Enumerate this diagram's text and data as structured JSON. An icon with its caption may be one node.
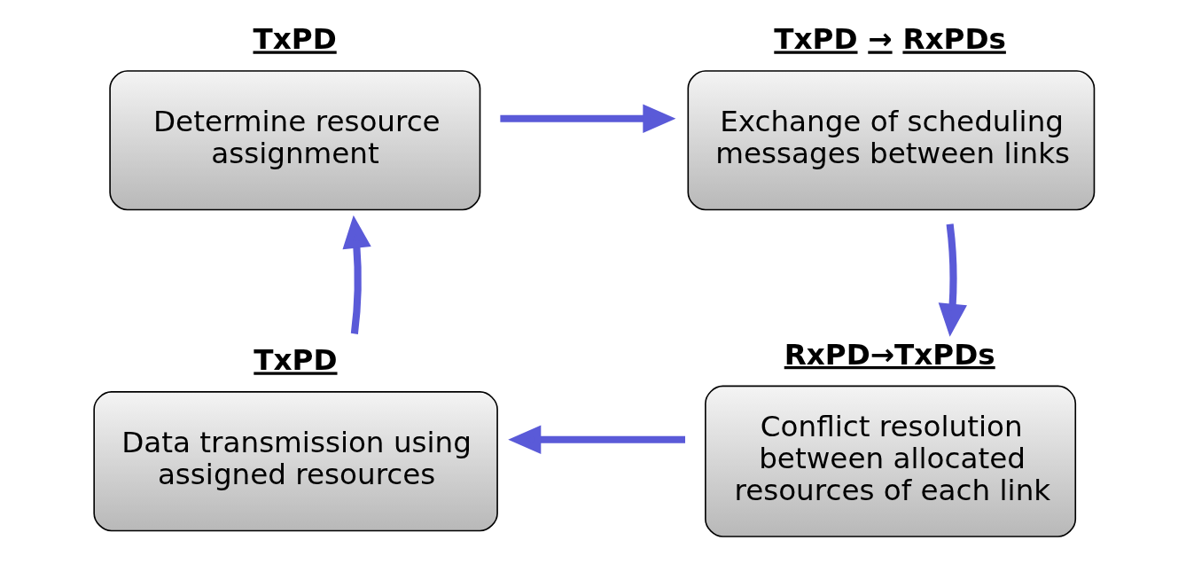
{
  "diagram": {
    "nodes": [
      {
        "text": [
          "TxPD",
          "Determine resource assignment"
        ]
      },
      {
        "text": [
          "TxPD → RxPDs",
          "Exchange of scheduling messages between links"
        ]
      },
      {
        "text": [
          "RxPD→TxPDs",
          "Conflict resolution between allocated resources of each link"
        ]
      },
      {
        "text": [
          "TxPD",
          "Data transmission using assigned resources"
        ]
      }
    ],
    "edges": [
      {
        "from": 0,
        "to": 1,
        "arrow": "to"
      },
      {
        "from": 1,
        "to": 2,
        "arrow": "to"
      },
      {
        "from": 2,
        "to": 3,
        "arrow": "to"
      },
      {
        "from": 3,
        "to": 0,
        "arrow": "to"
      }
    ]
  }
}
